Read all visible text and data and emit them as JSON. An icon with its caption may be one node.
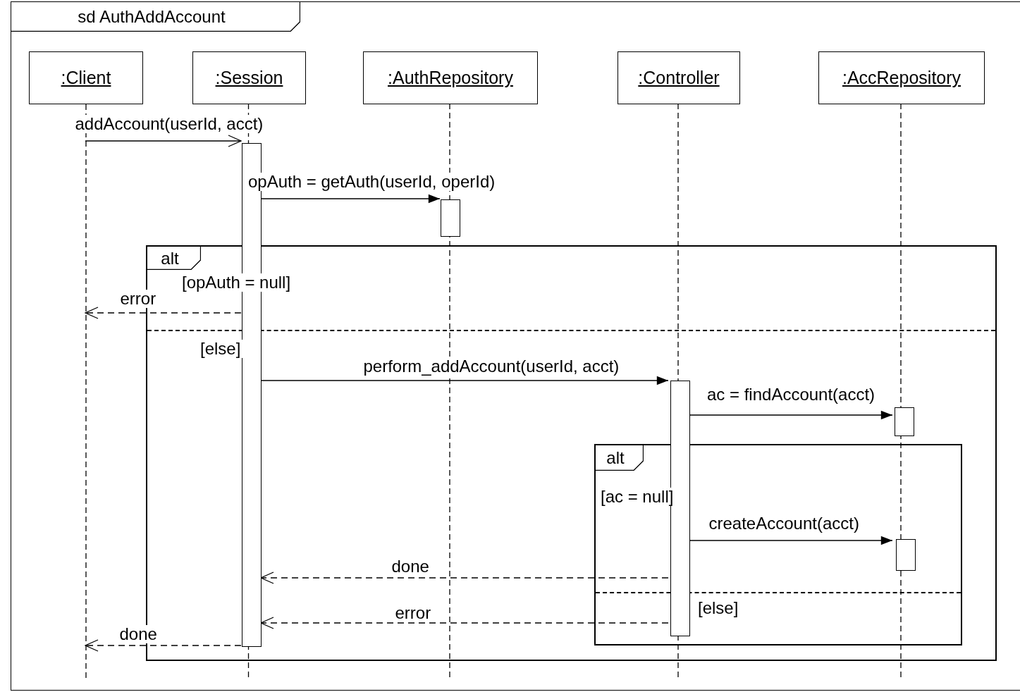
{
  "diagram": {
    "nodes": [
      {
        "text": [
          "sd AuthAddAccount"
        ]
      },
      {
        "text": [
          ":Client"
        ],
        "in": 0
      },
      {
        "text": [
          ":Session"
        ],
        "in": 0
      },
      {
        "text": [
          ":AuthRepository"
        ],
        "in": 0
      },
      {
        "text": [
          ":Controller"
        ],
        "in": 0
      },
      {
        "text": [
          ":AccRepository"
        ],
        "in": 0
      },
      {
        "text": [
          "alt",
          "[opAuth = null]",
          "[else]"
        ],
        "in": 0
      },
      {
        "text": [
          "alt",
          "[ac = null]",
          "[else]"
        ],
        "in": 6
      },
      {
        "text": [],
        "shape": "bar",
        "in": 0
      },
      {
        "text": [],
        "shape": "bar",
        "in": 0
      },
      {
        "text": [],
        "shape": "bar",
        "in": 6
      },
      {
        "text": [],
        "shape": "bar",
        "in": 6
      },
      {
        "text": [],
        "shape": "bar",
        "in": 7
      }
    ],
    "edges": [
      {
        "from": 1,
        "to": 8,
        "arrow": "to",
        "label": "addAccount(userId, acct)"
      },
      {
        "from": 8,
        "to": 9,
        "arrow": "to",
        "label": "opAuth = getAuth(userId, operId)"
      },
      {
        "from": 8,
        "to": 1,
        "arrow": "to",
        "label": "error",
        "style": "dashed"
      },
      {
        "from": 8,
        "to": 10,
        "arrow": "to",
        "label": "perform_addAccount(userId, acct)"
      },
      {
        "from": 10,
        "to": 11,
        "arrow": "to",
        "label": "ac = findAccount(acct)"
      },
      {
        "from": 10,
        "to": 12,
        "arrow": "to",
        "label": "createAccount(acct)"
      },
      {
        "from": 10,
        "to": 8,
        "arrow": "to",
        "label": "done",
        "style": "dashed"
      },
      {
        "from": 10,
        "to": 8,
        "arrow": "to",
        "label": "error",
        "style": "dashed"
      },
      {
        "from": 8,
        "to": 1,
        "arrow": "to",
        "label": "done",
        "style": "dashed"
      }
    ]
  }
}
